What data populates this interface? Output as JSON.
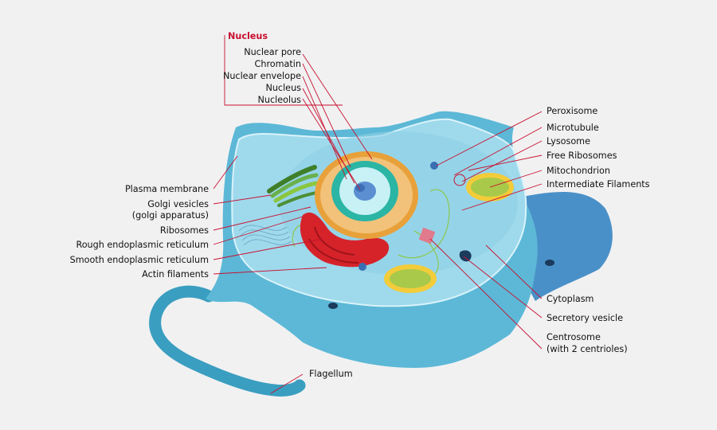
{
  "nucleus_group": {
    "heading": "Nucleus",
    "items": [
      "Nuclear pore",
      "Chromatin",
      "Nuclear envelope",
      "Nucleus",
      "Nucleolus"
    ]
  },
  "left_labels": {
    "plasma_membrane": "Plasma membrane",
    "golgi_line1": "Golgi vesicles",
    "golgi_line2": "(golgi apparatus)",
    "ribosomes": "Ribosomes",
    "rough_er": "Rough endoplasmic reticulum",
    "smooth_er": "Smooth endoplasmic reticulum",
    "actin": "Actin filaments"
  },
  "right_labels": {
    "peroxisome": "Peroxisome",
    "microtubule": "Microtubule",
    "lysosome": "Lysosome",
    "free_ribosomes": "Free Ribosomes",
    "mitochondrion": "Mitochondrion",
    "intermediate_filaments": "Intermediate Filaments",
    "cytoplasm": "Cytoplasm",
    "secretory_vesicle": "Secretory vesicle",
    "centrosome_line1": "Centrosome",
    "centrosome_line2": "(with 2 centrioles)"
  },
  "bottom_labels": {
    "flagellum": "Flagellum"
  },
  "colors": {
    "background": "#f1f1f2",
    "leader_line": "#c8102e",
    "heading": "#c8102e",
    "cell_outer": "#5cb8d6",
    "cell_inner": "#9fd9ec",
    "flagellum": "#3a9ec0",
    "nucleus_envelope": "#e8a13a",
    "nucleoplasm": "#2bb5a4"
  }
}
